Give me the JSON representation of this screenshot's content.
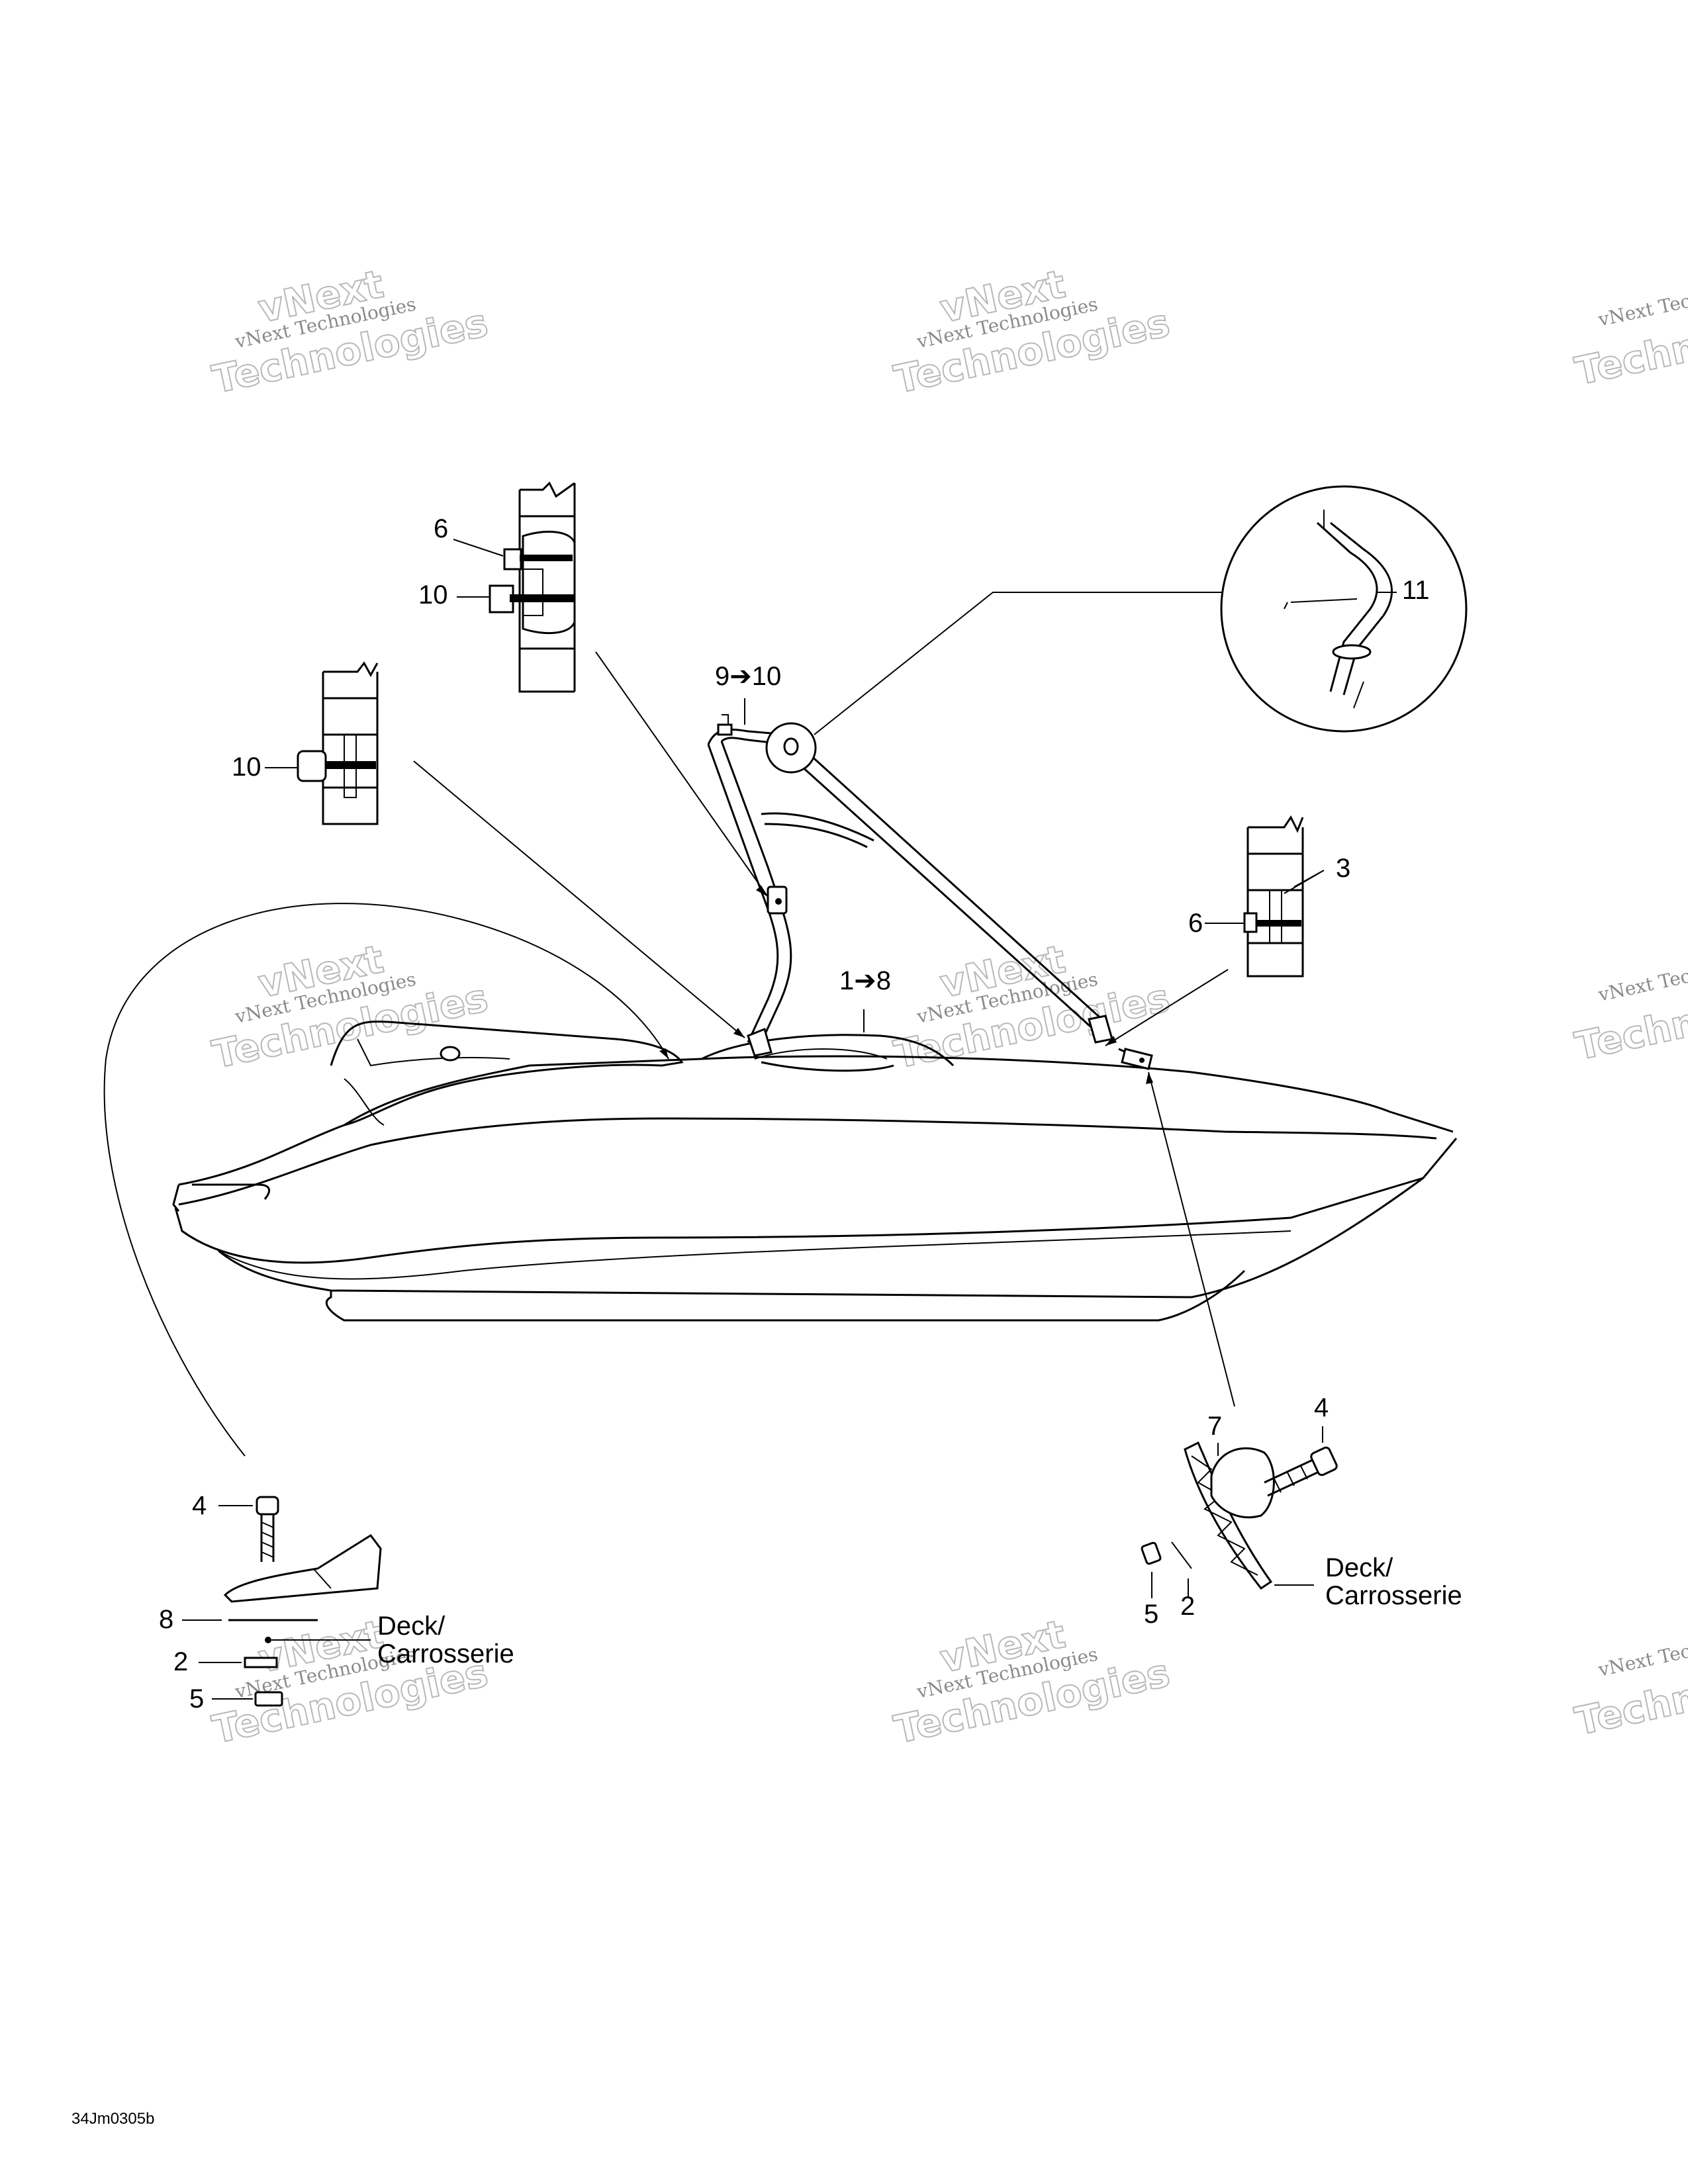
{
  "callouts": {
    "c_1_8": "1➔8",
    "c_9_10": "9➔10",
    "c_11": "11",
    "c_6_top": "6",
    "c_10_top": "10",
    "c_10_left": "10",
    "c_3": "3",
    "c_6_right": "6",
    "c_4_left": "4",
    "c_8": "8",
    "c_2_left": "2",
    "c_5_left": "5",
    "c_7": "7",
    "c_4_right": "4",
    "c_5_right": "5",
    "c_2_right": "2"
  },
  "labels": {
    "deck_left_1": "Deck/",
    "deck_left_2": "Carrosserie",
    "deck_right_1": "Deck/",
    "deck_right_2": "Carrosserie"
  },
  "watermark": {
    "line1": "vNext Technologies",
    "line2": "vNext",
    "line3": "Technologies"
  },
  "figure_code": "34Jm0305b"
}
